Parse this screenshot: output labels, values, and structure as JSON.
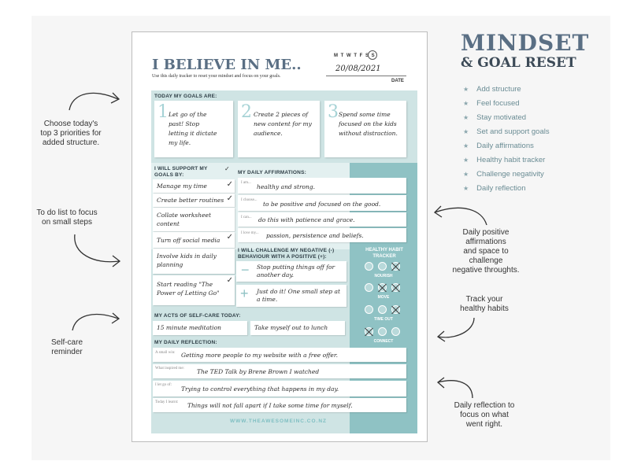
{
  "header": {
    "title_line1": "MINDSET",
    "title_line2": "& GOAL RESET",
    "features": [
      "Add structure",
      "Feel focused",
      "Stay motivated",
      "Set and support goals",
      "Daily affirmations",
      "Healthy habit tracker",
      "Challenge negativity",
      "Daily reflection"
    ]
  },
  "annotations": {
    "a1": [
      "Choose today's",
      "top 3 priorities for",
      "added structure."
    ],
    "a2": [
      "To do list to focus",
      "on small steps"
    ],
    "a3": [
      "Self-care",
      "reminder"
    ],
    "a4": [
      "Daily positive",
      "affirmations",
      "and space to",
      "challenge",
      "negative throughts."
    ],
    "a5": [
      "Track your",
      "healthy habits"
    ],
    "a6": [
      "Daily reflection to",
      "focus on what",
      "went right."
    ]
  },
  "sheet": {
    "title": "I BELIEVE IN ME..",
    "subtitle": "Use this daily tracker to reset your mindset and focus on your goals.",
    "days": "M T W T F S S",
    "date_value": "20/08/2021",
    "date_label": "DATE",
    "goals_label": "TODAY MY GOALS ARE:",
    "goals": [
      {
        "num": "1",
        "text": "Let go of the past! Stop letting it dictate my life."
      },
      {
        "num": "2",
        "text": "Create 2 pieces of new content for my audience."
      },
      {
        "num": "3",
        "text": "Spend some time focused on the kids without distraction."
      }
    ],
    "support_label": "I WILL SUPPORT MY GOALS BY:",
    "support_items": [
      "Manage my time",
      "Create better routines",
      "Collate worksheet content",
      "Turn off social media",
      "Involve kids in daily planning",
      "Start reading \"The Power of Letting Go\""
    ],
    "affirm_label": "MY DAILY AFFIRMATIONS:",
    "affirmations": [
      {
        "prefix": "I am...",
        "text": "healthy and strong."
      },
      {
        "prefix": "I choose...",
        "text": "to be positive and focused on the good."
      },
      {
        "prefix": "I can...",
        "text": "do this with patience and grace."
      },
      {
        "prefix": "I love my...",
        "text": "passion, persistence and beliefs."
      }
    ],
    "challenge_label": "I WILL CHALLENGE MY NEGATIVE (-) BEHAVIOUR WITH A POSITIVE (+):",
    "challenge_neg": "Stop putting things off for another day.",
    "challenge_pos": "Just do it! One small step at a time.",
    "habit_label": "HEALTHY HABIT TRACKER",
    "habits": [
      "NOURISH",
      "MOVE",
      "TIME OUT",
      "CONNECT"
    ],
    "selfcare_label": "MY ACTS OF SELF-CARE TODAY:",
    "selfcare": [
      "15 minute meditation",
      "Take myself out to lunch"
    ],
    "reflection_label": "MY DAILY REFLECTION:",
    "reflections": [
      {
        "prefix": "A small win:",
        "text": "Getting more people to my website with a free offer."
      },
      {
        "prefix": "What inspired me:",
        "text": "The TED Talk by Brene Brown I watched"
      },
      {
        "prefix": "I let go of:",
        "text": "Trying to control everything that happens in my day."
      },
      {
        "prefix": "Today I learnt:",
        "text": "Things will not fall apart if I take some time for myself."
      }
    ],
    "footer_url": "WWW.THEAWESOMEINC.CO.NZ"
  }
}
